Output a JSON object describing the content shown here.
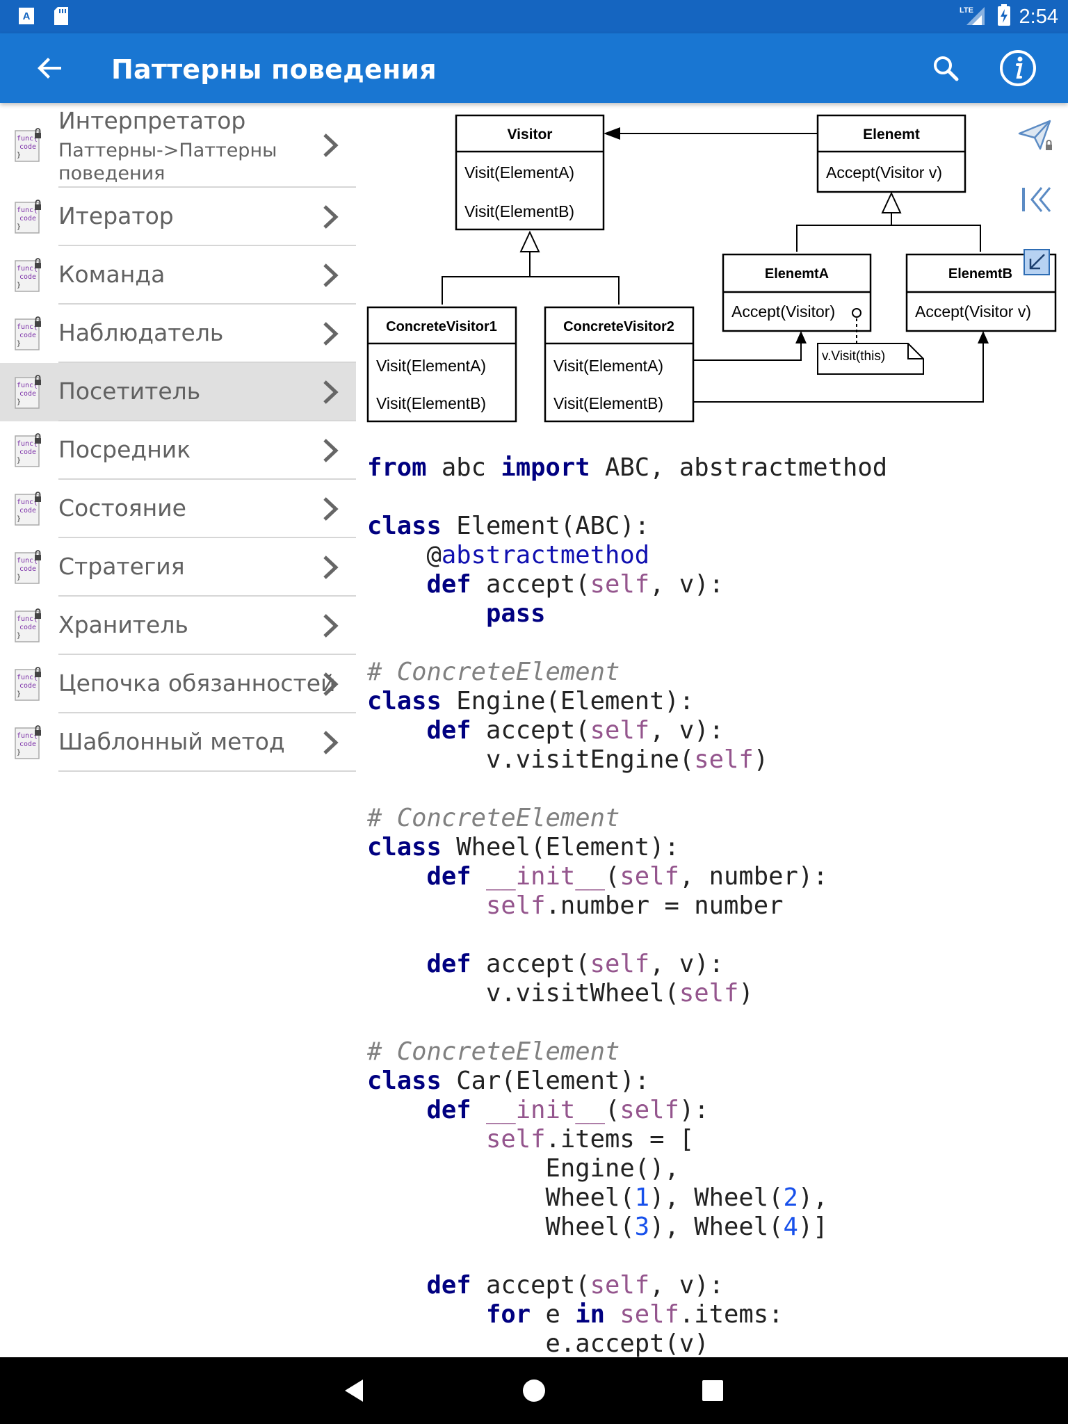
{
  "status_bar": {
    "time": "2:54",
    "network": "LTE"
  },
  "app_bar": {
    "title": "Паттерны поведения"
  },
  "list": {
    "items": [
      {
        "label": "Интерпретатор",
        "subtitle": "Паттерны->Паттерны поведения"
      },
      {
        "label": "Итератор"
      },
      {
        "label": "Команда"
      },
      {
        "label": "Наблюдатель"
      },
      {
        "label": "Посетитель",
        "selected": true
      },
      {
        "label": "Посредник"
      },
      {
        "label": "Состояние"
      },
      {
        "label": "Стратегия"
      },
      {
        "label": "Хранитель"
      },
      {
        "label": "Цепочка обязанностей"
      },
      {
        "label": "Шаблонный метод"
      }
    ],
    "icon_text": [
      "func{",
      "code",
      "}"
    ]
  },
  "diagram": {
    "visitor": {
      "name": "Visitor",
      "ops": [
        "Visit(ElementA)",
        "Visit(ElementB)"
      ]
    },
    "element": {
      "name": "Elenemt",
      "ops": [
        "Accept(Visitor v)"
      ]
    },
    "concrete_visitor1": {
      "name": "ConcreteVisitor1",
      "ops": [
        "Visit(ElementA)",
        "Visit(ElementB)"
      ]
    },
    "concrete_visitor2": {
      "name": "ConcreteVisitor2",
      "ops": [
        "Visit(ElementA)",
        "Visit(ElementB)"
      ]
    },
    "element_a": {
      "name": "ElenemtA",
      "ops": [
        "Accept(Visitor)"
      ]
    },
    "element_b": {
      "name": "ElenemtB",
      "ops": [
        "Accept(Visitor v)"
      ]
    },
    "note": "v.Visit(this)"
  },
  "code": {
    "lines": [
      "from abc import ABC, abstractmethod",
      "",
      "class Element(ABC):",
      "    @abstractmethod",
      "    def accept(self, v):",
      "        pass",
      "",
      "# ConcreteElement",
      "class Engine(Element):",
      "    def accept(self, v):",
      "        v.visitEngine(self)",
      "",
      "# ConcreteElement",
      "class Wheel(Element):",
      "    def __init__(self, number):",
      "        self.number = number",
      "",
      "    def accept(self, v):",
      "        v.visitWheel(self)",
      "",
      "# ConcreteElement",
      "class Car(Element):",
      "    def __init__(self):",
      "        self.items = [",
      "            Engine(),",
      "            Wheel(1), Wheel(2),",
      "            Wheel(3), Wheel(4)]",
      "",
      "    def accept(self, v):",
      "        for e in self.items:",
      "            e.accept(v)"
    ]
  }
}
